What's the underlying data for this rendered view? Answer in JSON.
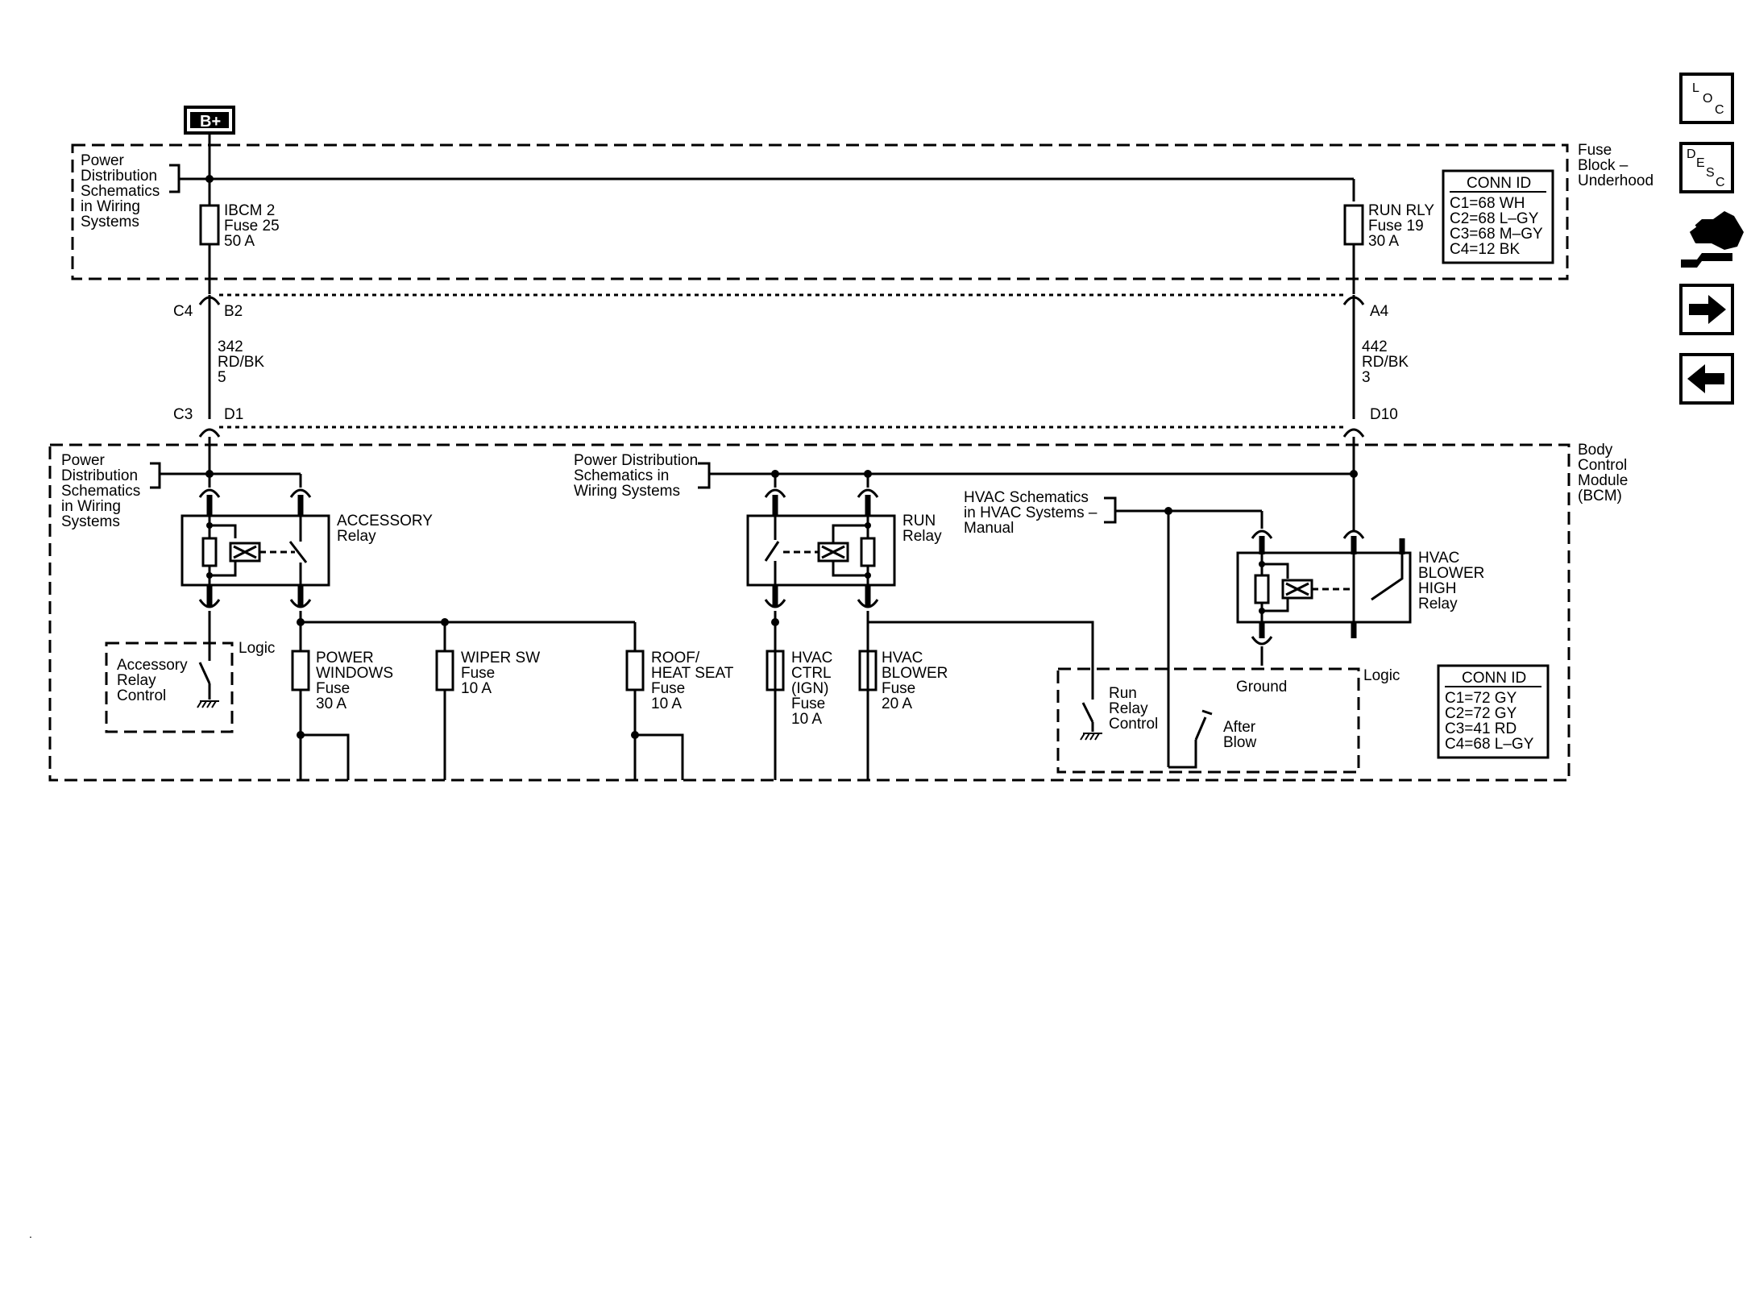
{
  "supply": {
    "label": "B+"
  },
  "fuse_block": {
    "name": [
      "Fuse",
      "Block –",
      "Underhood"
    ],
    "ref_left": [
      "Power",
      "Distribution",
      "Schematics",
      "in Wiring",
      "Systems"
    ],
    "fuse_ibcm": [
      "IBCM 2",
      "Fuse 25",
      "50 A"
    ],
    "fuse_run_rly": [
      "RUN RLY",
      "Fuse 19",
      "30 A"
    ],
    "conn_id_title": "CONN ID",
    "conn_id": [
      "C1=68 WH",
      "C2=68 L–GY",
      "C3=68 M–GY",
      "C4=12 BK"
    ]
  },
  "wires": {
    "left_top_conn": "C4",
    "left_top_pin": "B2",
    "left_wire": [
      "342",
      "RD/BK",
      "5"
    ],
    "left_bot_conn": "C3",
    "left_bot_pin": "D1",
    "right_top_pin": "A4",
    "right_wire": [
      "442",
      "RD/BK",
      "3"
    ],
    "right_bot_pin": "D10"
  },
  "bcm": {
    "name": [
      "Body",
      "Control",
      "Module",
      "(BCM)"
    ],
    "ref_left": [
      "Power",
      "Distribution",
      "Schematics",
      "in Wiring",
      "Systems"
    ],
    "ref_mid": [
      "Power Distribution",
      "Schematics in",
      "Wiring Systems"
    ],
    "ref_hvac": [
      "HVAC Schematics",
      "in HVAC Systems –",
      "Manual"
    ],
    "accessory_relay": [
      "ACCESSORY",
      "Relay"
    ],
    "run_relay": [
      "RUN",
      "Relay"
    ],
    "hvac_relay": [
      "HVAC",
      "BLOWER",
      "HIGH",
      "Relay"
    ],
    "logic_left_title": "Logic",
    "logic_left_label": [
      "Accessory",
      "Relay",
      "Control"
    ],
    "logic_right_title": "Logic",
    "run_relay_control": [
      "Run",
      "Relay",
      "Control"
    ],
    "after_blow": [
      "After",
      "Blow"
    ],
    "ground": "Ground",
    "fuses": [
      [
        "POWER",
        "WINDOWS",
        "Fuse",
        "30 A"
      ],
      [
        "WIPER SW",
        "Fuse",
        "10 A"
      ],
      [
        "ROOF/",
        "HEAT SEAT",
        "Fuse",
        "10 A"
      ],
      [
        "HVAC",
        "CTRL",
        "(IGN)",
        "Fuse",
        "10 A"
      ],
      [
        "HVAC",
        "BLOWER",
        "Fuse",
        "20 A"
      ]
    ],
    "conn_id_title": "CONN ID",
    "conn_id": [
      "C1=72 GY",
      "C2=72 GY",
      "C3=41 RD",
      "C4=68 L–GY"
    ]
  },
  "nav": {
    "loc": "LOC",
    "desc": "DESC"
  },
  "page_marker": "."
}
